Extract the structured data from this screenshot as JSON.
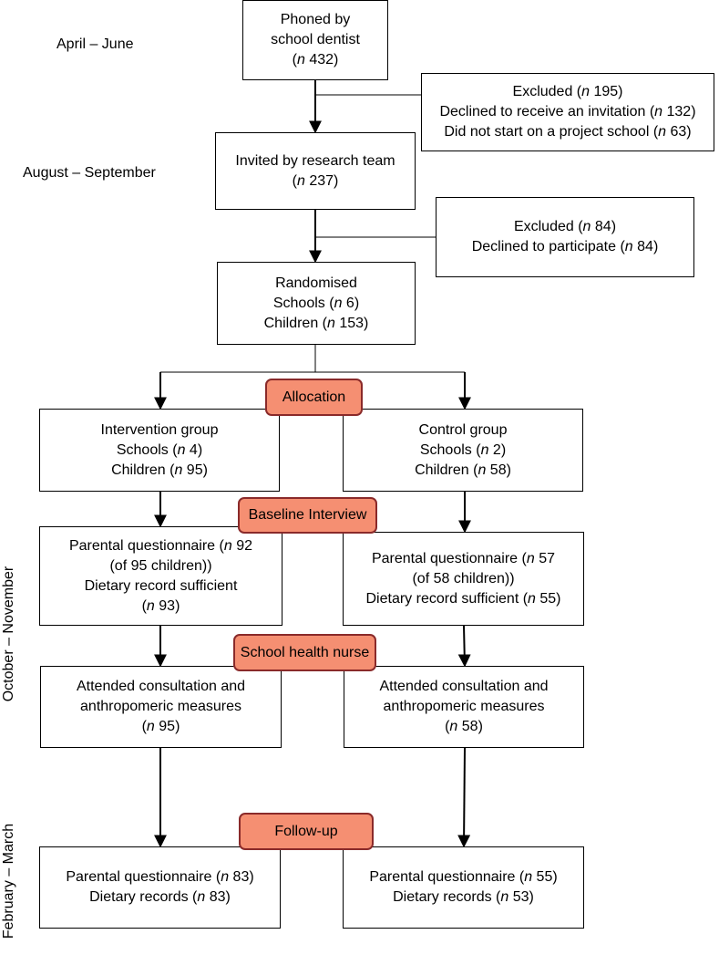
{
  "periods": {
    "p1": "April – June",
    "p2": "August – September",
    "p3": "October – November",
    "p4": "February – March"
  },
  "boxes": {
    "phoned": [
      {
        "t": "Phoned by"
      },
      {
        "t": "school dentist"
      },
      {
        "pre": "(",
        "n": "n",
        "v": " 432)"
      }
    ],
    "excluded1": [
      {
        "pre": "Excluded (",
        "n": "n",
        "v": " 195)"
      },
      {
        "pre": "Declined to receive an invitation (",
        "n": "n",
        "v": " 132)"
      },
      {
        "pre": "Did not start on a project school (",
        "n": "n",
        "v": " 63)"
      }
    ],
    "invited": [
      {
        "t": "Invited by research team"
      },
      {
        "pre": "(",
        "n": "n",
        "v": " 237)"
      }
    ],
    "excluded2": [
      {
        "pre": "Excluded (",
        "n": "n",
        "v": " 84)"
      },
      {
        "pre": "Declined to participate (",
        "n": "n",
        "v": " 84)"
      }
    ],
    "randomised": [
      {
        "t": "Randomised"
      },
      {
        "pre": "Schools (",
        "n": "n",
        "v": " 6)"
      },
      {
        "pre": "Children (",
        "n": "n",
        "v": " 153)"
      }
    ],
    "intervention": [
      {
        "t": "Intervention group"
      },
      {
        "pre": "Schools (",
        "n": "n",
        "v": " 4)"
      },
      {
        "pre": "Children (",
        "n": "n",
        "v": " 95)"
      }
    ],
    "control": [
      {
        "t": "Control group"
      },
      {
        "pre": "Schools (",
        "n": "n",
        "v": " 2)"
      },
      {
        "pre": "Children (",
        "n": "n",
        "v": " 58)"
      }
    ],
    "int_baseline": [
      {
        "pre": "Parental questionnaire (",
        "n": "n",
        "v": " 92"
      },
      {
        "t": "(of 95 children))"
      },
      {
        "t": "Dietary record sufficient"
      },
      {
        "pre": "(",
        "n": "n",
        "v": " 93)"
      }
    ],
    "ctl_baseline": [
      {
        "pre": "Parental questionnaire (",
        "n": "n",
        "v": " 57"
      },
      {
        "t": "(of 58 children))"
      },
      {
        "pre": "Dietary record sufficient (",
        "n": "n",
        "v": " 55)"
      }
    ],
    "int_nurse": [
      {
        "t": "Attended consultation and"
      },
      {
        "t": "anthropomeric measures"
      },
      {
        "pre": "(",
        "n": "n",
        "v": " 95)"
      }
    ],
    "ctl_nurse": [
      {
        "t": "Attended consultation and"
      },
      {
        "t": "anthropomeric measures"
      },
      {
        "pre": "(",
        "n": "n",
        "v": " 58)"
      }
    ],
    "int_followup": [
      {
        "pre": "Parental questionnaire (",
        "n": "n",
        "v": " 83)"
      },
      {
        "pre": "Dietary records (",
        "n": "n",
        "v": " 83)"
      }
    ],
    "ctl_followup": [
      {
        "pre": "Parental questionnaire (",
        "n": "n",
        "v": " 55)"
      },
      {
        "pre": "Dietary records (",
        "n": "n",
        "v": " 53)"
      }
    ]
  },
  "stages": {
    "allocation": "Allocation",
    "baseline": "Baseline Interview",
    "nurse": "School health nurse",
    "followup": "Follow-up"
  },
  "colors": {
    "stage_fill": "#f58f72",
    "stage_border": "#8a2a2a"
  }
}
